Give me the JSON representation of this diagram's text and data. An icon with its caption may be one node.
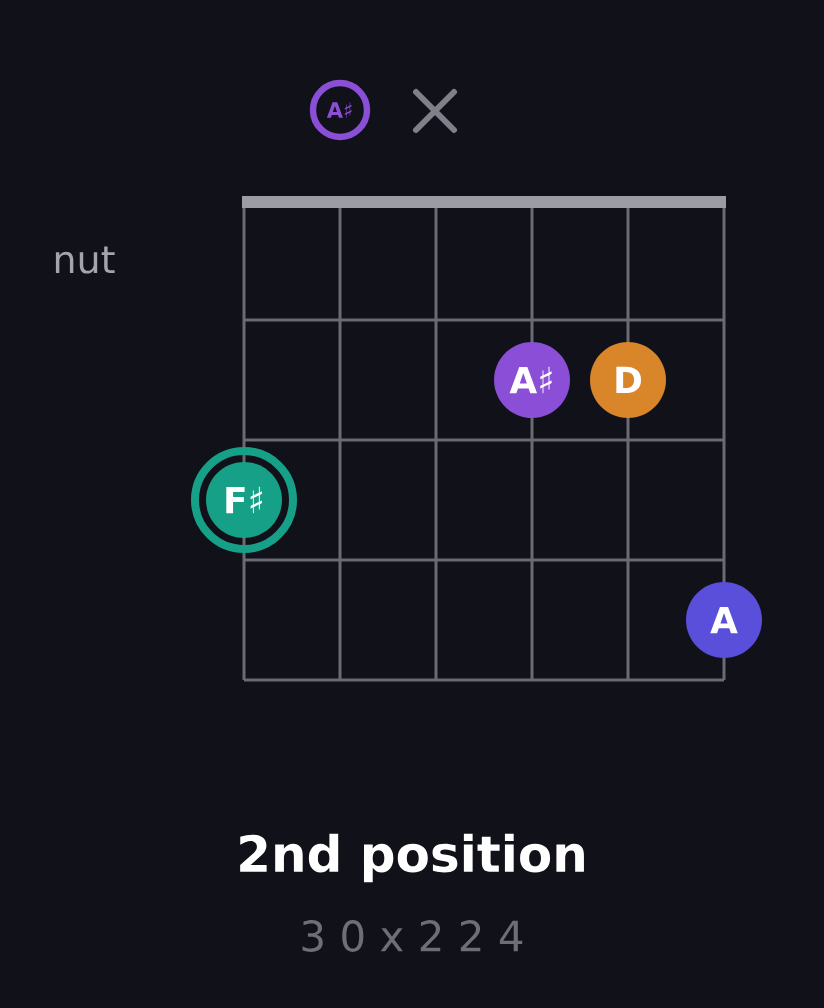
{
  "diagram": {
    "title": "2nd position",
    "caption": "3 0 x 2 2 4",
    "nodes": [
      {
        "text": [
          "A♯"
        ]
      },
      {
        "text": [
          "A♯"
        ]
      },
      {
        "text": [
          "D"
        ]
      },
      {
        "text": [
          "F♯"
        ]
      },
      {
        "text": [
          "A"
        ]
      }
    ],
    "labels": [
      "nut"
    ]
  }
}
